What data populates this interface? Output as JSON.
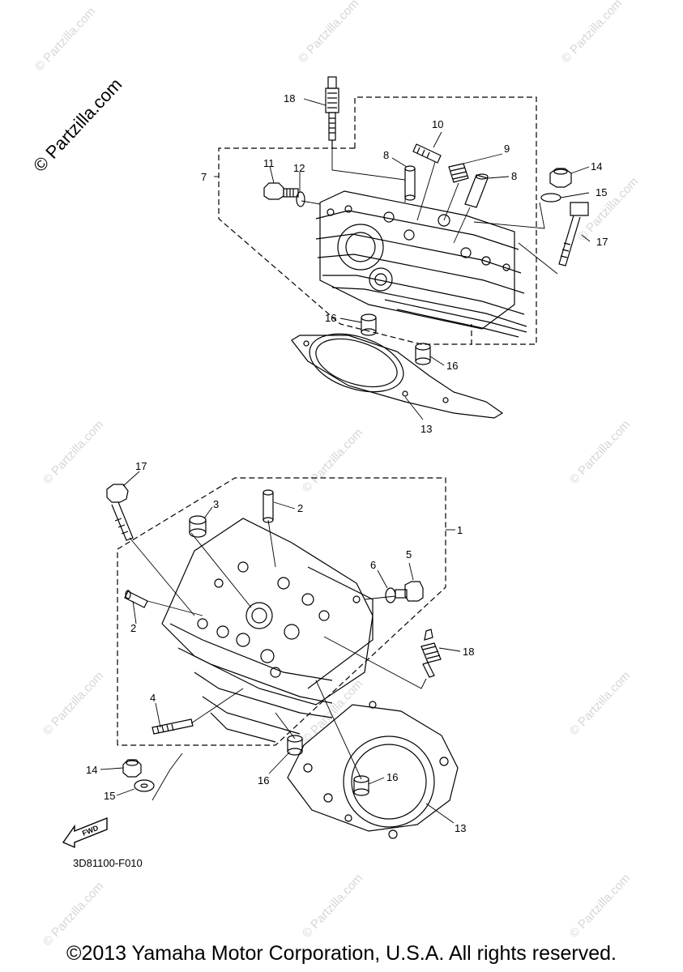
{
  "branding": {
    "site": "© Partzilla.com",
    "watermark": "© Partzilla.com"
  },
  "callouts": {
    "upper": [
      "18",
      "10",
      "9",
      "8",
      "8",
      "7",
      "11",
      "12",
      "14",
      "15",
      "17",
      "16",
      "16",
      "13"
    ],
    "lower": [
      "17",
      "3",
      "2",
      "1",
      "6",
      "5",
      "2",
      "18",
      "4",
      "16",
      "16",
      "14",
      "15",
      "13"
    ]
  },
  "fwd": "FWD",
  "diagram_code": "3D81100-F010",
  "copyright": "©2013 Yamaha Motor Corporation, U.S.A. All rights reserved."
}
